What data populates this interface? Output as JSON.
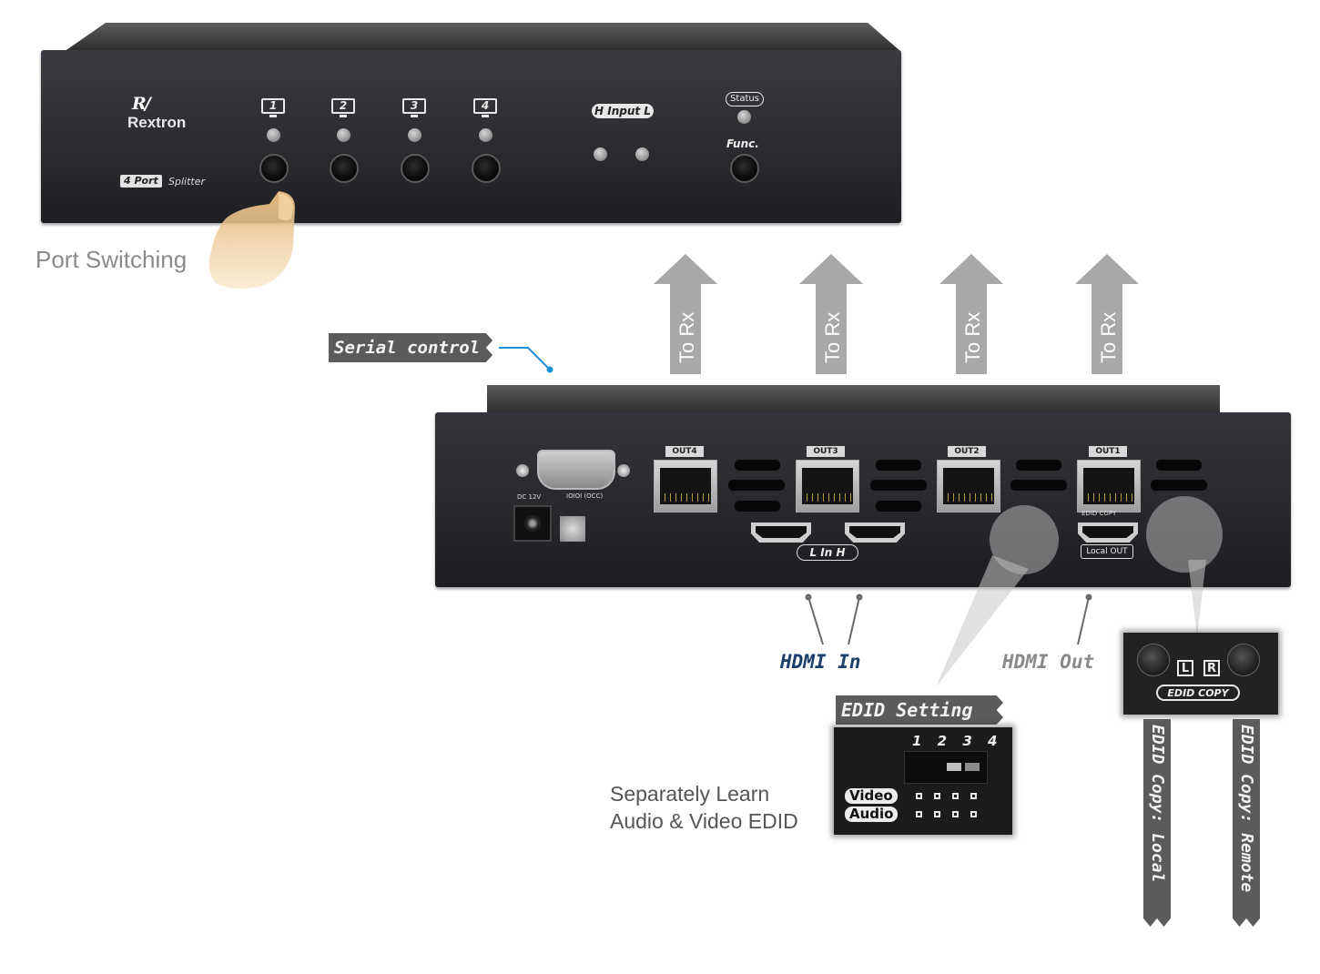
{
  "front_panel": {
    "brand": "Rextron",
    "model_badge": "4 Port",
    "model_text": "Splitter",
    "port_numbers": [
      "1",
      "2",
      "3",
      "4"
    ],
    "input_label": "H Input L",
    "status_label": "Status",
    "func_label": "Func."
  },
  "labels": {
    "port_switching": "Port Switching",
    "serial_control": "Serial control",
    "to_rx": [
      "To Rx",
      "To Rx",
      "To Rx",
      "To Rx"
    ],
    "hdmi_in": "HDMI In",
    "hdmi_out": "HDMI Out",
    "edid_setting": "EDID Setting",
    "separately_learn_line1": "Separately Learn",
    "separately_learn_line2": "Audio & Video EDID",
    "edid_copy_local": "EDID Copy: Local",
    "edid_copy_remote": "EDID Copy: Remote"
  },
  "rear_panel": {
    "outputs": [
      "OUT4",
      "OUT3",
      "OUT2",
      "OUT1"
    ],
    "dc_label": "DC 12V",
    "serial_port_label": "IOIOI (OCC)",
    "in_tag": "L  In  H",
    "local_out": "Local OUT",
    "edid_copy_tag": "EDID COPY"
  },
  "edid_setting_panel": {
    "dip_numbers": "1 2 3 4",
    "video": "Video",
    "audio": "Audio"
  },
  "edid_copy_panel": {
    "left": "L",
    "right": "R",
    "tag": "EDID COPY"
  },
  "colors": {
    "device_body": "#2a2b2f",
    "arrow_gray": "#a8a8a8",
    "ribbon_gray": "#5b5b5b",
    "hdmi_in_blue": "#1e3e6b",
    "connector_blue": "#1f8fd6"
  }
}
